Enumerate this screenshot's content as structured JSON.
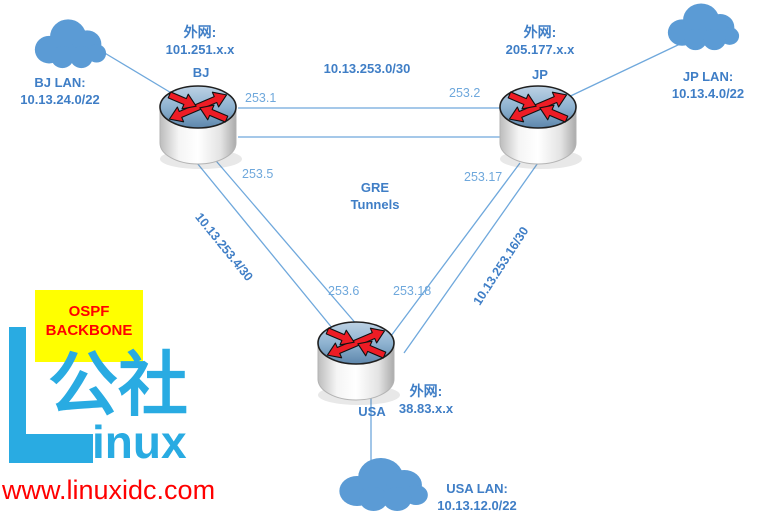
{
  "watermark": {
    "cjk": "公社",
    "latin": "inux",
    "url": "www.linuxidc.com"
  },
  "ospf": {
    "line1": "OSPF",
    "line2": "BACKBONE"
  },
  "gre": {
    "line1": "GRE",
    "line2": "Tunnels"
  },
  "routers": {
    "bj": {
      "name": "BJ",
      "wan_label": "外网:",
      "wan_ip": "101.251.x.x"
    },
    "jp": {
      "name": "JP",
      "wan_label": "外网:",
      "wan_ip": "205.177.x.x"
    },
    "usa": {
      "name": "USA",
      "wan_label": "外网:",
      "wan_ip": "38.83.x.x"
    }
  },
  "lans": {
    "bj": {
      "label": "BJ LAN:",
      "subnet": "10.13.24.0/22"
    },
    "jp": {
      "label": "JP LAN:",
      "subnet": "10.13.4.0/22"
    },
    "usa": {
      "label": "USA LAN:",
      "subnet": "10.13.12.0/22"
    }
  },
  "links": {
    "bj_jp": {
      "subnet": "10.13.253.0/30",
      "bj_if": "253.1",
      "jp_if": "253.2"
    },
    "bj_usa": {
      "subnet": "10.13.253.4/30",
      "bj_if": "253.5",
      "usa_if": "253.6"
    },
    "jp_usa": {
      "subnet": "10.13.253.16/30",
      "jp_if": "253.17",
      "usa_if": "253.18"
    }
  },
  "colors": {
    "cloud_fill": "#5b9bd5",
    "line_blue": "#6fa8dc",
    "label_blue_bold": "#3f7ec6",
    "label_blue_light": "#6fa8dc",
    "watermark_cyan": "#29abe2",
    "url_red": "#ff0000",
    "ospf_bg": "#ffff00",
    "ospf_text": "#ff0000",
    "arrow_red": "#ee1c25"
  }
}
